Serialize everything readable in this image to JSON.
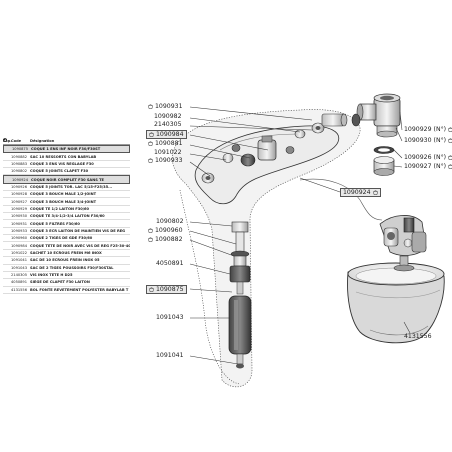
{
  "table": {
    "headers": {
      "type": "Exp.",
      "code": "Code",
      "designation": "Désignation"
    },
    "rows": [
      {
        "icon": "bag-icon",
        "code": "1090875",
        "designation": "COQUE 1 ENS INF NOIR F30/F30ST",
        "highlight": true
      },
      {
        "icon": "bag-icon",
        "code": "1090882",
        "designation": "SAC 10 RESSORTS CON BABYLAB",
        "highlight": false
      },
      {
        "icon": "bag-icon",
        "code": "1090883",
        "designation": "COQUE 3 ENS VIS REGLAGE F30",
        "highlight": false
      },
      {
        "icon": "bag-icon",
        "code": "1090802",
        "designation": "COQUE 5 JOINTS CLAPET F30",
        "highlight": false
      },
      {
        "icon": "bag-icon",
        "code": "1090924",
        "designation": "COQUE NOIR COMPLET F30 SANS TE",
        "highlight": true
      },
      {
        "icon": "bag-icon",
        "code": "1090926",
        "designation": "COQUE 5 JOINTS TOR. LAC 5/15-F25/35...",
        "highlight": false
      },
      {
        "icon": "bag-icon",
        "code": "1090928",
        "designation": "COQUE 3 BOUCH MALE 1/2-JOINT",
        "highlight": false
      },
      {
        "icon": "bag-icon",
        "code": "1090927",
        "designation": "COQUE 3 BOUCH MALE 3/4-JOINT",
        "highlight": false
      },
      {
        "icon": "bag-icon",
        "code": "1090929",
        "designation": "COQUE TE 1/2 LAITON F30/60",
        "highlight": false
      },
      {
        "icon": "bag-icon",
        "code": "1090930",
        "designation": "COQUE TE 3/4-1/2-3/4 LAITON F30/60",
        "highlight": false
      },
      {
        "icon": "bag-icon",
        "code": "1090931",
        "designation": "COQUE 5 FILTRES F30/60",
        "highlight": false
      },
      {
        "icon": "bag-icon",
        "code": "1090933",
        "designation": "COQUE 3 ECR LAITON DE MAINTIEN VIS DE REG",
        "highlight": false
      },
      {
        "icon": "bag-icon",
        "code": "1090960",
        "designation": "COQUE 2 TIGES DE GDE F30/60",
        "highlight": false
      },
      {
        "icon": "bag-icon",
        "code": "1090984",
        "designation": "COQUE TETE DE NOIR AVEC VIS DE REG F25-30-40-60",
        "highlight": false
      },
      {
        "icon": "",
        "code": "1091022",
        "designation": "SACHET 10 ECROUS FREIN M6 INOX",
        "highlight": false
      },
      {
        "icon": "",
        "code": "1091041",
        "designation": "SAC DE 10 ECROUS FREIN INOX 05",
        "highlight": false
      },
      {
        "icon": "",
        "code": "1091043",
        "designation": "SAC DE 2 TIGES POUSSOIRS F30/F30STAL",
        "highlight": false
      },
      {
        "icon": "",
        "code": "2140305",
        "designation": "VIS INOX TETE H D25",
        "highlight": false
      },
      {
        "icon": "",
        "code": "4050891",
        "designation": "SIEGE DE CLAPET F30 LAITON",
        "highlight": false
      },
      {
        "icon": "",
        "code": "4131556",
        "designation": "BOL FONTE REVETEMENT POLYESTER BABYLAB T",
        "highlight": false
      }
    ]
  },
  "callouts": [
    {
      "id": "c1090931",
      "label": "1090931",
      "bag": true,
      "boxed": false
    },
    {
      "id": "c1090932",
      "label": "1090982",
      "bag": false,
      "boxed": false
    },
    {
      "id": "c2140305",
      "label": "2140305",
      "bag": false,
      "boxed": false
    },
    {
      "id": "c1090984",
      "label": "1090984",
      "bag": true,
      "boxed": true
    },
    {
      "id": "c1090881",
      "label": "1090881",
      "bag": true,
      "boxed": false
    },
    {
      "id": "c1091022",
      "label": "1091022",
      "bag": false,
      "boxed": false
    },
    {
      "id": "c1090933",
      "label": "1090933",
      "bag": true,
      "boxed": false
    },
    {
      "id": "c1090929",
      "label": "1090929 (N°)",
      "bag": true,
      "boxed": false
    },
    {
      "id": "c1090930",
      "label": "1090930 (N°)",
      "bag": true,
      "boxed": false
    },
    {
      "id": "c1090926",
      "label": "1090926 (N°)",
      "bag": true,
      "boxed": false
    },
    {
      "id": "c1090927",
      "label": "1090927 (N°)",
      "bag": true,
      "boxed": false
    },
    {
      "id": "c1090924",
      "label": "1090924",
      "bag": true,
      "boxed": true
    },
    {
      "id": "c1090802",
      "label": "1090802",
      "bag": true,
      "boxed": false
    },
    {
      "id": "c1090960",
      "label": "1090960",
      "bag": true,
      "boxed": false
    },
    {
      "id": "c1090882",
      "label": "1090882",
      "bag": true,
      "boxed": false
    },
    {
      "id": "c4050891",
      "label": "4050891",
      "bag": false,
      "boxed": false
    },
    {
      "id": "c1090875",
      "label": "1090875",
      "bag": true,
      "boxed": true
    },
    {
      "id": "c1091043",
      "label": "1091043",
      "bag": false,
      "boxed": false
    },
    {
      "id": "c1091041",
      "label": "1091041",
      "bag": false,
      "boxed": false
    },
    {
      "id": "c4131556",
      "label": "4131556",
      "bag": false,
      "boxed": false
    }
  ],
  "colors": {
    "line": "#333333",
    "highlight": "#dcdcdc",
    "zone": "#d8d8d8",
    "text": "#222222"
  }
}
